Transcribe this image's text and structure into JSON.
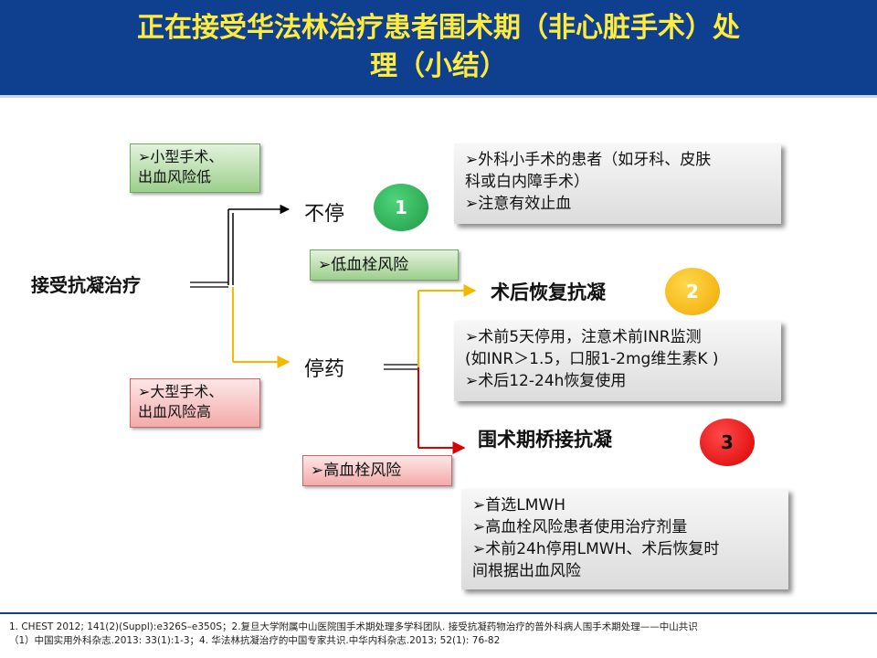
{
  "header": {
    "title_line1": "正在接受华法林治疗患者围术期（非心脏手术）处",
    "title_line2": "理（小结）"
  },
  "root_label": "接受抗凝治疗",
  "low_risk_surgery": {
    "line1": "➢小型手术、",
    "line2": "出血风险低"
  },
  "high_risk_surgery": {
    "line1": "➢大型手术、",
    "line2": "出血风险高"
  },
  "no_stop_label": "不停",
  "stop_label": "停药",
  "low_thrombo": "➢低血栓风险",
  "high_thrombo": "➢高血栓风险",
  "option1": {
    "badge": "1",
    "lines": [
      "➢外科小手术的患者（如牙科、皮肤",
      "科或白内障手术）",
      "➢注意有效止血"
    ]
  },
  "option2": {
    "title": "术后恢复抗凝",
    "badge": "2",
    "lines": [
      "➢术前5天停用，注意术前INR监测",
      "(如INR＞1.5，口服1-2mg维生素K )",
      "➢术后12-24h恢复使用"
    ]
  },
  "option3": {
    "title": "围术期桥接抗凝",
    "badge": "3",
    "lines": [
      "➢首选LMWH",
      "➢高血栓风险患者使用治疗剂量",
      "➢术前24h停用LMWH、术后恢复时",
      "间根据出血风险"
    ]
  },
  "colors": {
    "header_bg": "#0f3f8f",
    "title": "#ffeb3b",
    "arrow_black": "#000000",
    "arrow_yellow": "#f5b800",
    "arrow_red": "#d80000"
  },
  "footer": {
    "line1": "1. CHEST 2012; 141(2)(Suppl):e326S–e350S；2.复旦大学附属中山医院围手术期处理多学科团队. 接受抗凝药物治疗的普外科病人围手术期处理——中山共识",
    "line2": "（1）中国实用外科杂志.2013: 33(1):1-3；4. 华法林抗凝治疗的中国专家共识.中华内科杂志.2013; 52(1): 76-82"
  }
}
